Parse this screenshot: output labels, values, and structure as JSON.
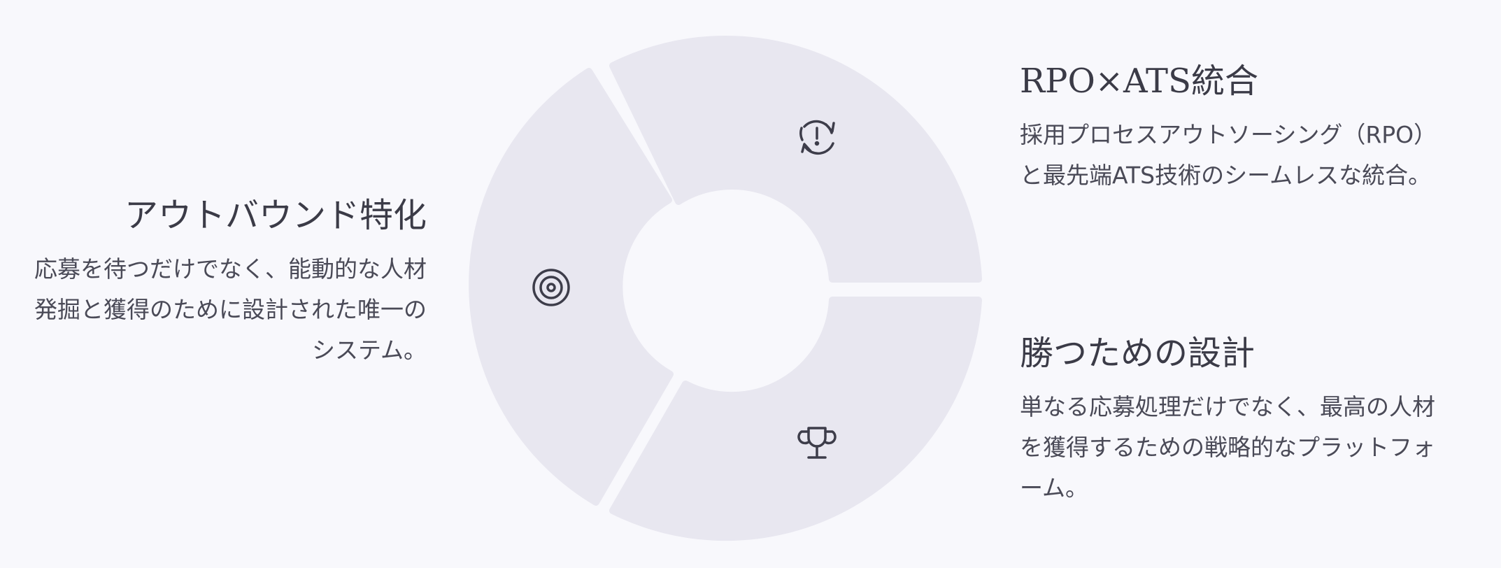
{
  "features": [
    {
      "id": "outbound",
      "title": "アウトバウンド特化",
      "description": "応募を待つだけでなく、能動的な人材発掘と獲得のために設計された唯一のシステム。",
      "icon": "target-icon"
    },
    {
      "id": "rpo-ats",
      "title": "RPO×ATS統合",
      "description": "採用プロセスアウトソーシング（RPO）と最先端ATS技術のシームレスな統合。",
      "icon": "sync-alert-icon"
    },
    {
      "id": "winning",
      "title": "勝つための設計",
      "description": "単なる応募処理だけでなく、最高の人材を獲得するための戦略的なプラットフォーム。",
      "icon": "trophy-icon"
    }
  ],
  "colors": {
    "background": "#f8f8fc",
    "segment": "#e8e7f0",
    "icon": "#3d3d4a",
    "text": "#3d3d4a"
  }
}
